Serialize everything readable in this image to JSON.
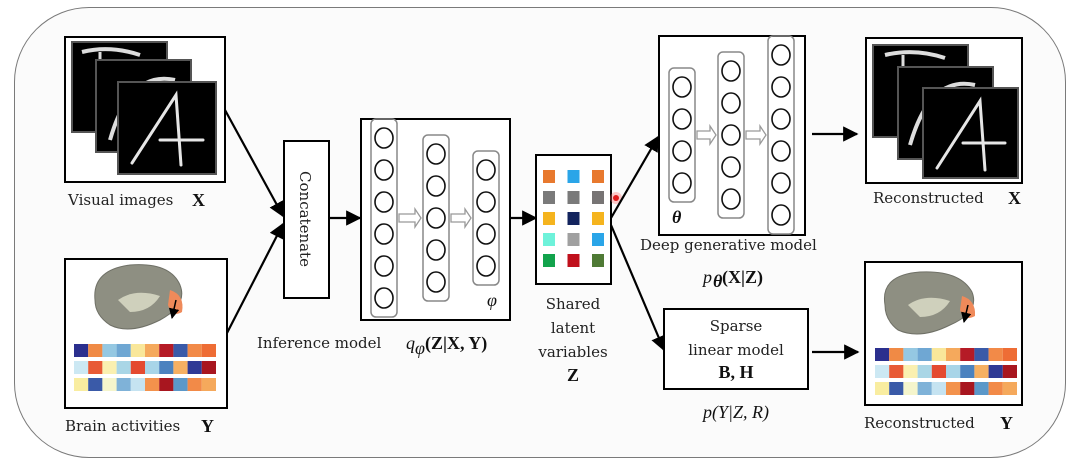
{
  "labels": {
    "visual_images": "Visual images",
    "visual_images_symbol": "X",
    "brain_activities": "Brain  activities",
    "brain_activities_symbol": "Y",
    "concatenate": "Concatenate",
    "inference_model": "Inference model",
    "inference_formula_q": "q",
    "inference_formula_sub": "φ",
    "inference_formula_rest": "(Z|X, Y)",
    "inference_param": "φ",
    "shared_latent_line1": "Shared",
    "shared_latent_line2": "latent",
    "shared_latent_line3": "variables",
    "shared_latent_symbol": "Z",
    "generative_param": "θ",
    "deep_generative_model": "Deep generative model",
    "generative_formula_p": "p",
    "generative_formula_sub": "θ",
    "generative_formula_rest": "(X|Z)",
    "sparse_line1": "Sparse",
    "sparse_line2": "linear model",
    "sparse_line3": "B, H",
    "sparse_formula": "p(Y|Z, R)",
    "reconstructed_x": "Reconstructed",
    "reconstructed_x_symbol": "X",
    "reconstructed_y": "Reconstructed",
    "reconstructed_y_symbol": "Y"
  },
  "networks": {
    "inference_layers": [
      6,
      5,
      4
    ],
    "generative_layers": [
      4,
      5,
      6
    ]
  },
  "latent_colors": [
    [
      "#e8792e",
      "#2aa5e8",
      "#e8792e"
    ],
    [
      "#7a7a7a",
      "#7a7a7a",
      "#777474"
    ],
    [
      "#f5b41e",
      "#13245e",
      "#f5b41e"
    ],
    [
      "#6ef2da",
      "#a0a0a0",
      "#2aa5e8"
    ],
    [
      "#12a34c",
      "#c0101c",
      "#4f7a35"
    ]
  ],
  "brain_activity_colors": [
    [
      "#2b2f8e",
      "#f08a45",
      "#95c8e2",
      "#6fa7d3",
      "#f9e79a",
      "#f5a95c",
      "#b51b26",
      "#3a5aa8",
      "#f28a48",
      "#ee6d35"
    ],
    [
      "#cce8f3",
      "#e85a35",
      "#faf0b0",
      "#a9d6e6",
      "#e44a30",
      "#a8d5e8",
      "#4b82bf",
      "#f6b062",
      "#2f3a95",
      "#a8161f"
    ],
    [
      "#f9eda0",
      "#3a5aa8",
      "#f5f5cc",
      "#7fb2d8",
      "#c5e3f1",
      "#f3924c",
      "#a8161f",
      "#5b98c9",
      "#f28a48",
      "#f5a95c"
    ]
  ]
}
